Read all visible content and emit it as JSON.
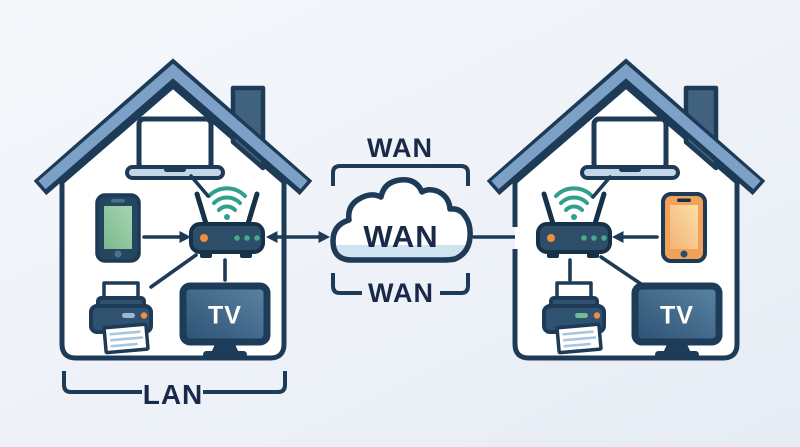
{
  "labels": {
    "wan_top": "WAN",
    "wan_cloud": "WAN",
    "wan_bottom": "WAN",
    "lan": "LAN",
    "tv_left": "TV",
    "tv_right": "TV"
  },
  "icons": {
    "left_house": [
      "laptop-icon",
      "smartphone-icon",
      "wifi-router-icon",
      "printer-icon",
      "tv-icon"
    ],
    "right_house": [
      "laptop-icon",
      "smartphone-icon",
      "wifi-router-icon",
      "printer-icon",
      "tv-icon"
    ],
    "center": [
      "wan-cloud-icon"
    ]
  },
  "colors": {
    "background_top": "#f5f7fb",
    "background_mid": "#eef2f8",
    "background_bottom": "#e6ecf4",
    "outline_navy": "#1d3a57",
    "text_navy": "#18294a",
    "roof_blue": "#7da0c7",
    "chimney_slate": "#40627f",
    "house_white": "#ffffff",
    "laptop_screen_dark": "#9cc0de",
    "laptop_screen_light": "#b3d2ea",
    "laptop_base_gray": "#c3d7e7",
    "phone_green_dark": "#7cb98e",
    "phone_green_light": "#a6d5b0",
    "phone_body_navy": "#24465f",
    "phone_body_orange": "#f2a158",
    "phone_orange_dark": "#f3b375",
    "phone_orange_light": "#fbdfa9",
    "router_body_blue": "#2d4d68",
    "router_dark": "#16324a",
    "wifi_teal": "#2fa08f",
    "led_orange": "#ec8f3e",
    "led_green": "#45a98c",
    "printer_body_blue": "#2e5270",
    "printer_button_gray": "#9db9cf",
    "printer_button_green": "#6fbd8f",
    "paper_line_blue": "#a7c7e0",
    "tv_screen_dark": "#2d5173",
    "tv_screen_light": "#5b84a3",
    "tv_frame": "#1c3c59",
    "cloud_shade": "#cfe3f1"
  }
}
